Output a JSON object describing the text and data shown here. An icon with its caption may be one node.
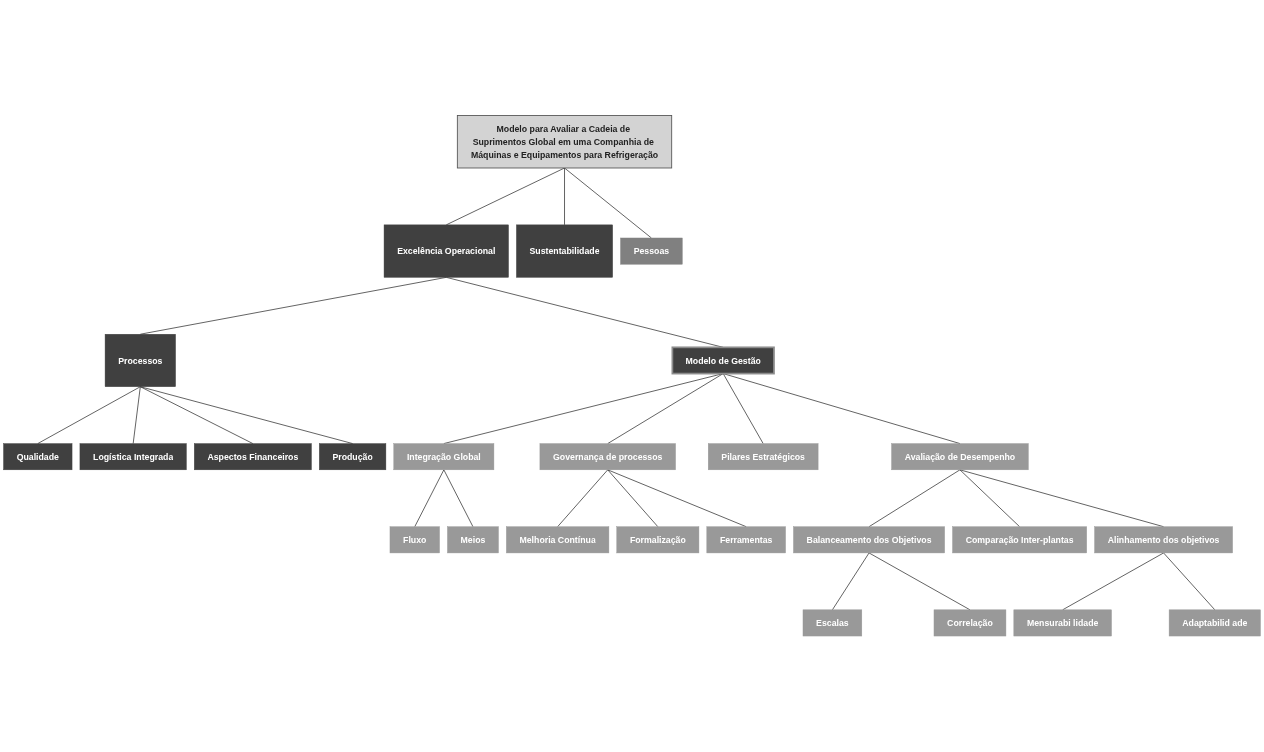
{
  "diagram": {
    "nodes": [
      {
        "text": [
          "Modelo para Avaliar a Cadeia de Suprimentos Global em uma Companhia de Máquinas e Equipamentos para Refrigeração"
        ]
      },
      {
        "text": [
          "Excelência Operacional"
        ]
      },
      {
        "text": [
          "Sustentabilidade"
        ]
      },
      {
        "text": [
          "Pessoas"
        ]
      },
      {
        "text": [
          "Processos"
        ]
      },
      {
        "text": [
          "Qualidade"
        ]
      },
      {
        "text": [
          "Logística Integrada"
        ]
      },
      {
        "text": [
          "Aspectos Financeiros"
        ]
      },
      {
        "text": [
          "Produção"
        ]
      },
      {
        "text": [
          "Modelo de Gestão"
        ]
      },
      {
        "text": [
          "Integração Global"
        ]
      },
      {
        "text": [
          "Governança de processos"
        ]
      },
      {
        "text": [
          "Pilares Estratégicos"
        ]
      },
      {
        "text": [
          "Avaliação de Desempenho"
        ]
      },
      {
        "text": [
          "Fluxo"
        ]
      },
      {
        "text": [
          "Meios"
        ]
      },
      {
        "text": [
          "Melhoria Contínua"
        ]
      },
      {
        "text": [
          "Formalização"
        ]
      },
      {
        "text": [
          "Ferramentas"
        ]
      },
      {
        "text": [
          "Balanceamento dos Objetivos"
        ]
      },
      {
        "text": [
          "Comparação Inter-plantas"
        ]
      },
      {
        "text": [
          "Alinhamento dos objetivos"
        ]
      },
      {
        "text": [
          "Escalas"
        ]
      },
      {
        "text": [
          "Correlação"
        ]
      },
      {
        "text": [
          "Mensurabi lidade"
        ]
      },
      {
        "text": [
          "Adaptabilid ade"
        ]
      }
    ],
    "edges": [
      {
        "from": 0,
        "to": 1,
        "arrow": "none"
      },
      {
        "from": 0,
        "to": 2,
        "arrow": "none"
      },
      {
        "from": 0,
        "to": 3,
        "arrow": "none"
      },
      {
        "from": 1,
        "to": 4,
        "arrow": "none"
      },
      {
        "from": 1,
        "to": 9,
        "arrow": "none"
      },
      {
        "from": 4,
        "to": 5,
        "arrow": "none"
      },
      {
        "from": 4,
        "to": 6,
        "arrow": "none"
      },
      {
        "from": 4,
        "to": 7,
        "arrow": "none"
      },
      {
        "from": 4,
        "to": 8,
        "arrow": "none"
      },
      {
        "from": 9,
        "to": 10,
        "arrow": "none"
      },
      {
        "from": 9,
        "to": 11,
        "arrow": "none"
      },
      {
        "from": 9,
        "to": 12,
        "arrow": "none"
      },
      {
        "from": 9,
        "to": 13,
        "arrow": "none"
      },
      {
        "from": 10,
        "to": 14,
        "arrow": "none"
      },
      {
        "from": 10,
        "to": 15,
        "arrow": "none"
      },
      {
        "from": 11,
        "to": 16,
        "arrow": "none"
      },
      {
        "from": 11,
        "to": 17,
        "arrow": "none"
      },
      {
        "from": 11,
        "to": 18,
        "arrow": "none"
      },
      {
        "from": 13,
        "to": 19,
        "arrow": "none"
      },
      {
        "from": 13,
        "to": 20,
        "arrow": "none"
      },
      {
        "from": 13,
        "to": 21,
        "arrow": "none"
      },
      {
        "from": 19,
        "to": 22,
        "arrow": "none"
      },
      {
        "from": 19,
        "to": 23,
        "arrow": "none"
      },
      {
        "from": 21,
        "to": 24,
        "arrow": "none"
      },
      {
        "from": 21,
        "to": 25,
        "arrow": "none"
      }
    ]
  }
}
